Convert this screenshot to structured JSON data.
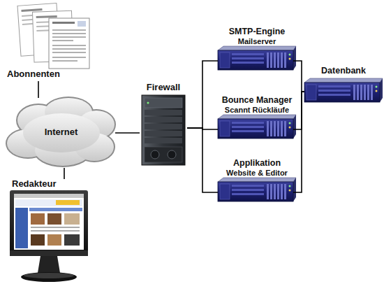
{
  "diagram": {
    "nodes": [
      {
        "text": [
          "Abonnenten"
        ]
      },
      {
        "text": [
          "Internet"
        ]
      },
      {
        "text": [
          "Redakteur"
        ]
      },
      {
        "text": [
          "Firewall"
        ]
      },
      {
        "text": [
          "SMTP-Engine",
          "Mailserver"
        ]
      },
      {
        "text": [
          "Bounce Manager",
          "Scannt Rückläufe"
        ]
      },
      {
        "text": [
          "Applikation",
          "Website & Editor"
        ]
      },
      {
        "text": [
          "Datenbank"
        ]
      }
    ],
    "edges": [
      {
        "from": 0,
        "to": 1,
        "arrow": "none"
      },
      {
        "from": 1,
        "to": 2,
        "arrow": "none"
      },
      {
        "from": 1,
        "to": 3,
        "arrow": "none"
      },
      {
        "from": 3,
        "to": 4,
        "arrow": "none"
      },
      {
        "from": 3,
        "to": 5,
        "arrow": "none"
      },
      {
        "from": 3,
        "to": 6,
        "arrow": "none"
      },
      {
        "from": 4,
        "to": 7,
        "arrow": "none"
      },
      {
        "from": 5,
        "to": 7,
        "arrow": "none"
      },
      {
        "from": 6,
        "to": 7,
        "arrow": "none"
      }
    ]
  }
}
